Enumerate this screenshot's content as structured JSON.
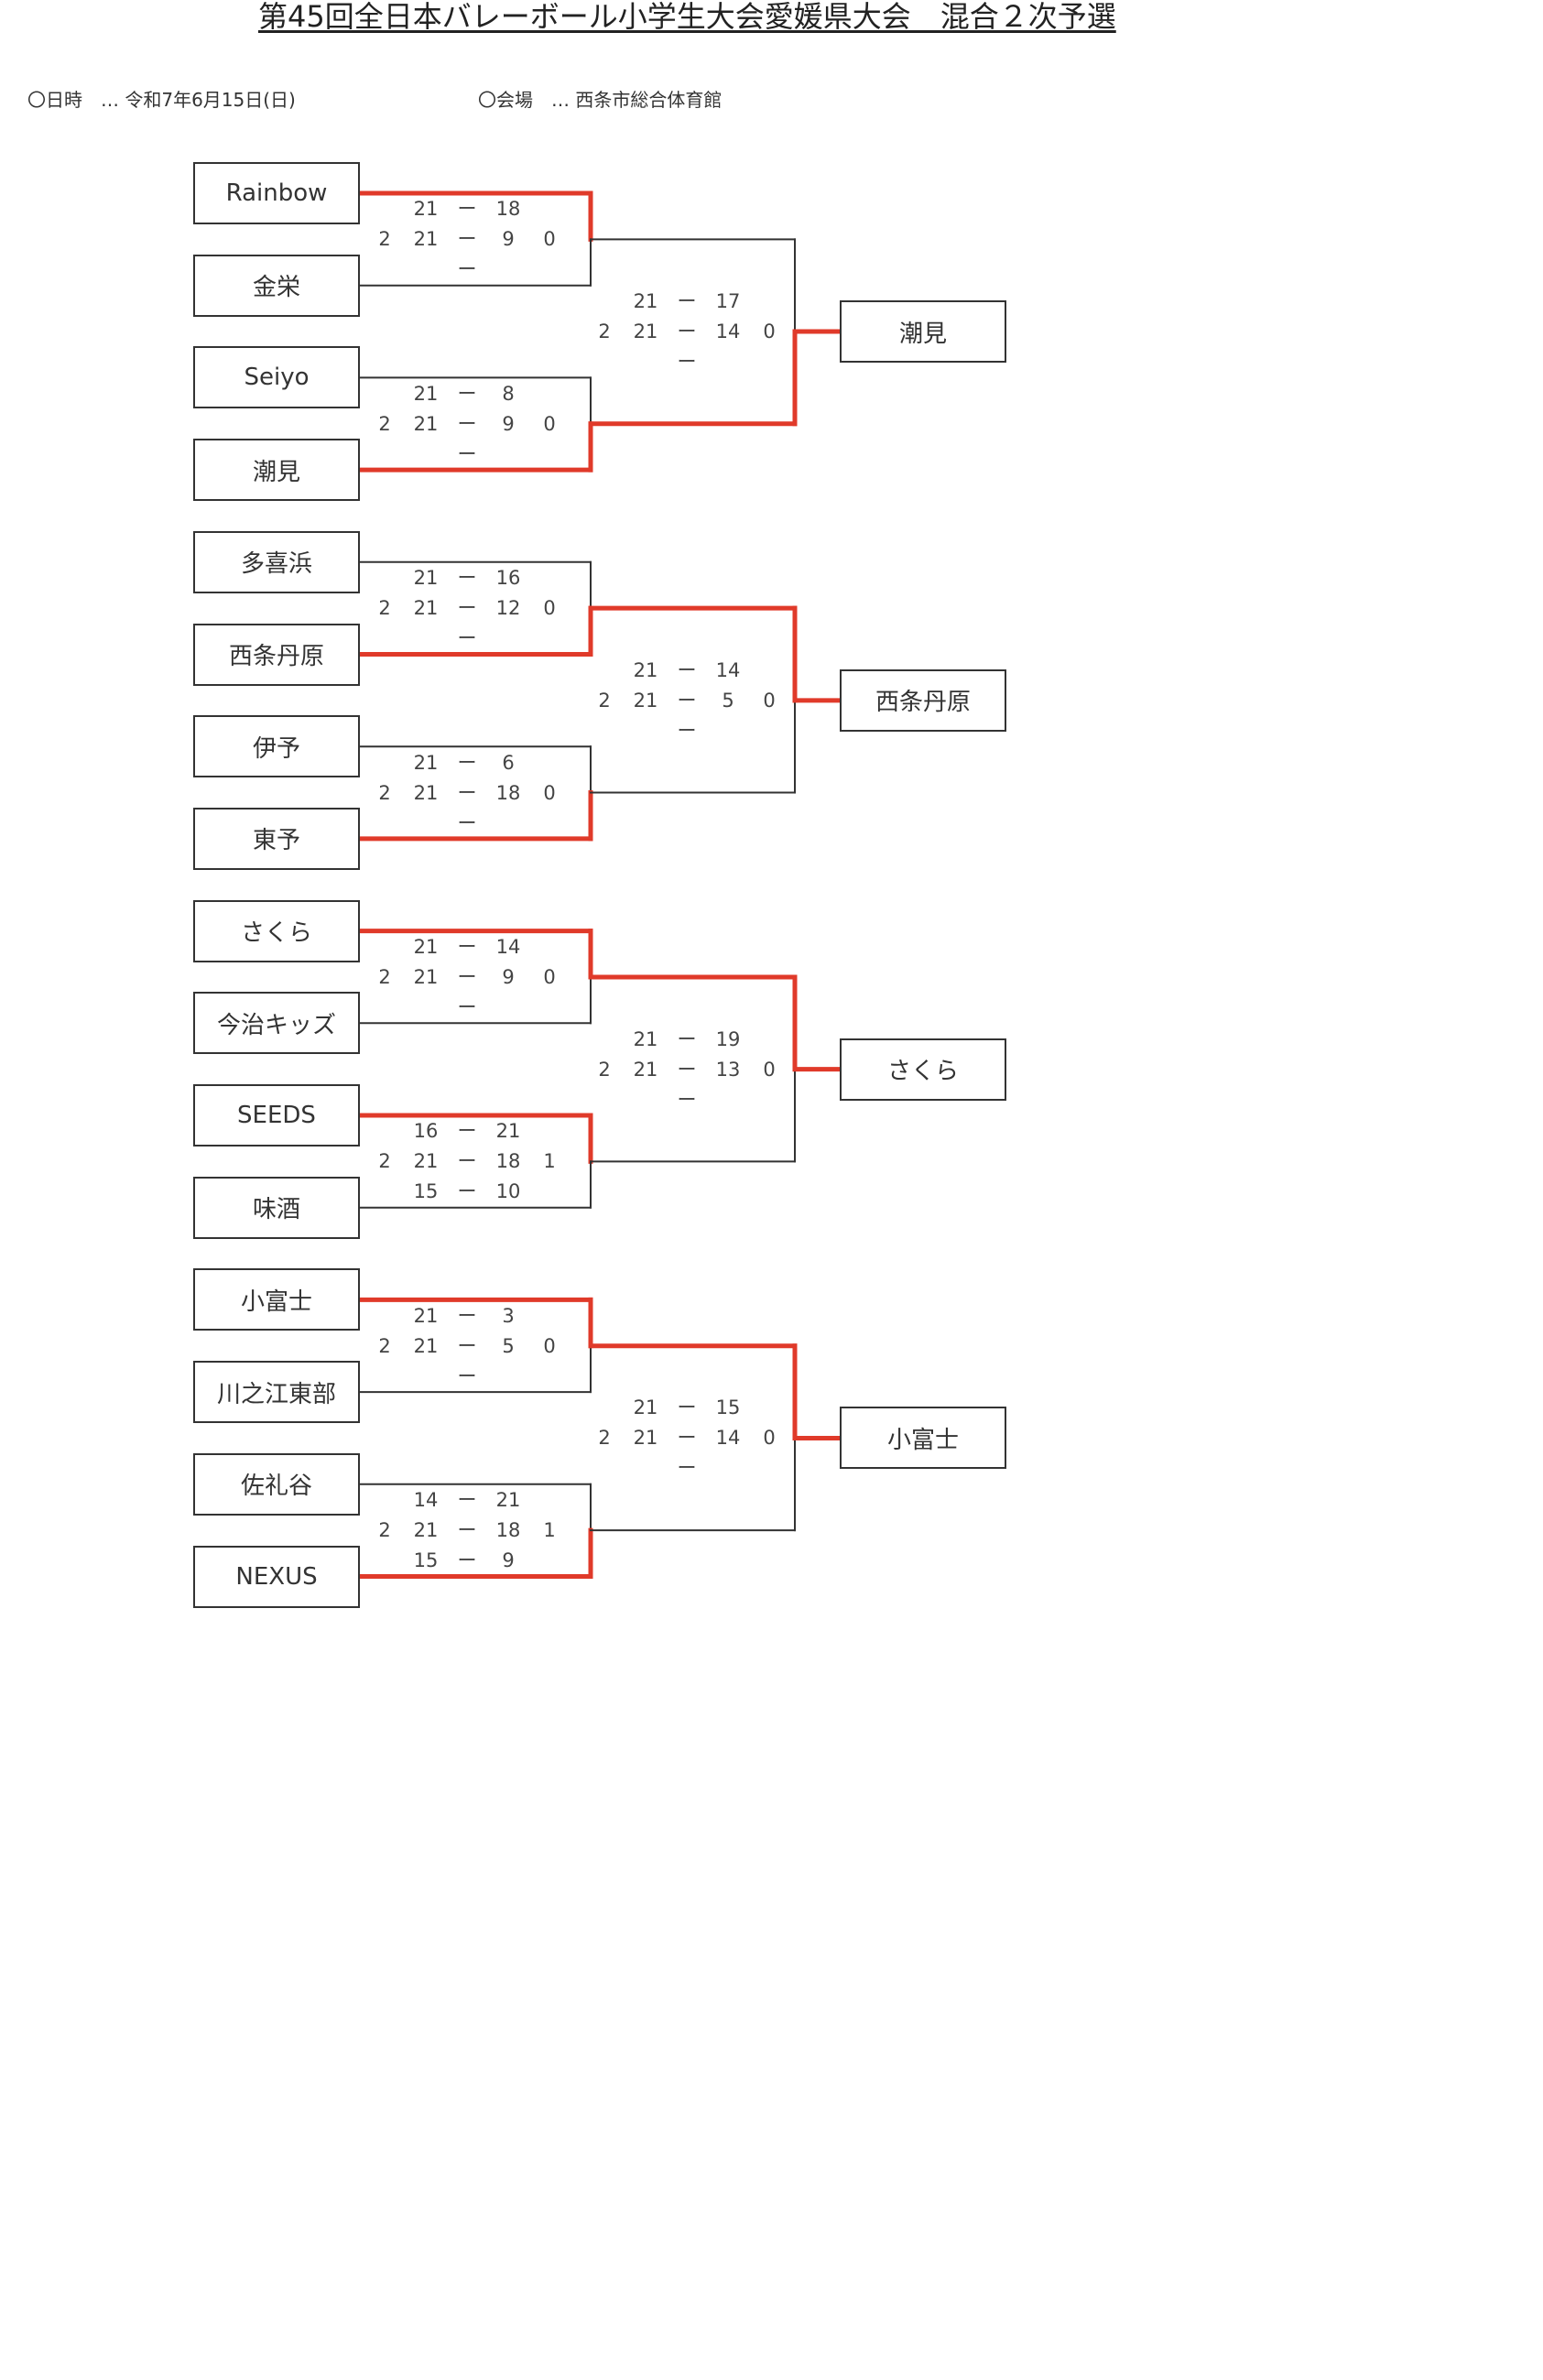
{
  "title": "第45回全日本バレーボール小学生大会愛媛県大会　混合２次予選",
  "date_line": "〇日時　… 令和7年6月15日(日)",
  "venue_line": "〇会場　… 西条市総合体育館",
  "dash": "ー",
  "colors": {
    "winner_line": "#e03a2a",
    "loser_line": "#333333"
  },
  "teams": [
    "Rainbow",
    "金栄",
    "Seiyo",
    "潮見",
    "多喜浜",
    "西条丹原",
    "伊予",
    "東予",
    "さくら",
    "今治キッズ",
    "SEEDS",
    "味酒",
    "小富士",
    "川之江東部",
    "佐礼谷",
    "NEXUS"
  ],
  "winners": [
    "潮見",
    "西条丹原",
    "さくら",
    "小富士"
  ],
  "first_round": [
    {
      "winner": 0,
      "sets_l": "2",
      "sets_r": "0",
      "sets": [
        [
          "21",
          "18"
        ],
        [
          "21",
          "9"
        ],
        [
          "",
          ""
        ]
      ]
    },
    {
      "winner": 1,
      "sets_l": "2",
      "sets_r": "0",
      "sets": [
        [
          "21",
          "8"
        ],
        [
          "21",
          "9"
        ],
        [
          "",
          ""
        ]
      ]
    },
    {
      "winner": 1,
      "sets_l": "2",
      "sets_r": "0",
      "sets": [
        [
          "21",
          "16"
        ],
        [
          "21",
          "12"
        ],
        [
          "",
          ""
        ]
      ]
    },
    {
      "winner": 1,
      "sets_l": "2",
      "sets_r": "0",
      "sets": [
        [
          "21",
          "6"
        ],
        [
          "21",
          "18"
        ],
        [
          "",
          ""
        ]
      ]
    },
    {
      "winner": 0,
      "sets_l": "2",
      "sets_r": "0",
      "sets": [
        [
          "21",
          "14"
        ],
        [
          "21",
          "9"
        ],
        [
          "",
          ""
        ]
      ]
    },
    {
      "winner": 0,
      "sets_l": "2",
      "sets_r": "1",
      "sets": [
        [
          "16",
          "21"
        ],
        [
          "21",
          "18"
        ],
        [
          "15",
          "10"
        ]
      ]
    },
    {
      "winner": 0,
      "sets_l": "2",
      "sets_r": "0",
      "sets": [
        [
          "21",
          "3"
        ],
        [
          "21",
          "5"
        ],
        [
          "",
          ""
        ]
      ]
    },
    {
      "winner": 1,
      "sets_l": "2",
      "sets_r": "1",
      "sets": [
        [
          "14",
          "21"
        ],
        [
          "21",
          "18"
        ],
        [
          "15",
          "9"
        ]
      ]
    }
  ],
  "second_round": [
    {
      "winner": 1,
      "sets_l": "2",
      "sets_r": "0",
      "sets": [
        [
          "21",
          "17"
        ],
        [
          "21",
          "14"
        ],
        [
          "",
          ""
        ]
      ]
    },
    {
      "winner": 0,
      "sets_l": "2",
      "sets_r": "0",
      "sets": [
        [
          "21",
          "14"
        ],
        [
          "21",
          "5"
        ],
        [
          "",
          ""
        ]
      ]
    },
    {
      "winner": 0,
      "sets_l": "2",
      "sets_r": "0",
      "sets": [
        [
          "21",
          "19"
        ],
        [
          "21",
          "13"
        ],
        [
          "",
          ""
        ]
      ]
    },
    {
      "winner": 0,
      "sets_l": "2",
      "sets_r": "0",
      "sets": [
        [
          "21",
          "15"
        ],
        [
          "21",
          "14"
        ],
        [
          "",
          ""
        ]
      ]
    }
  ]
}
